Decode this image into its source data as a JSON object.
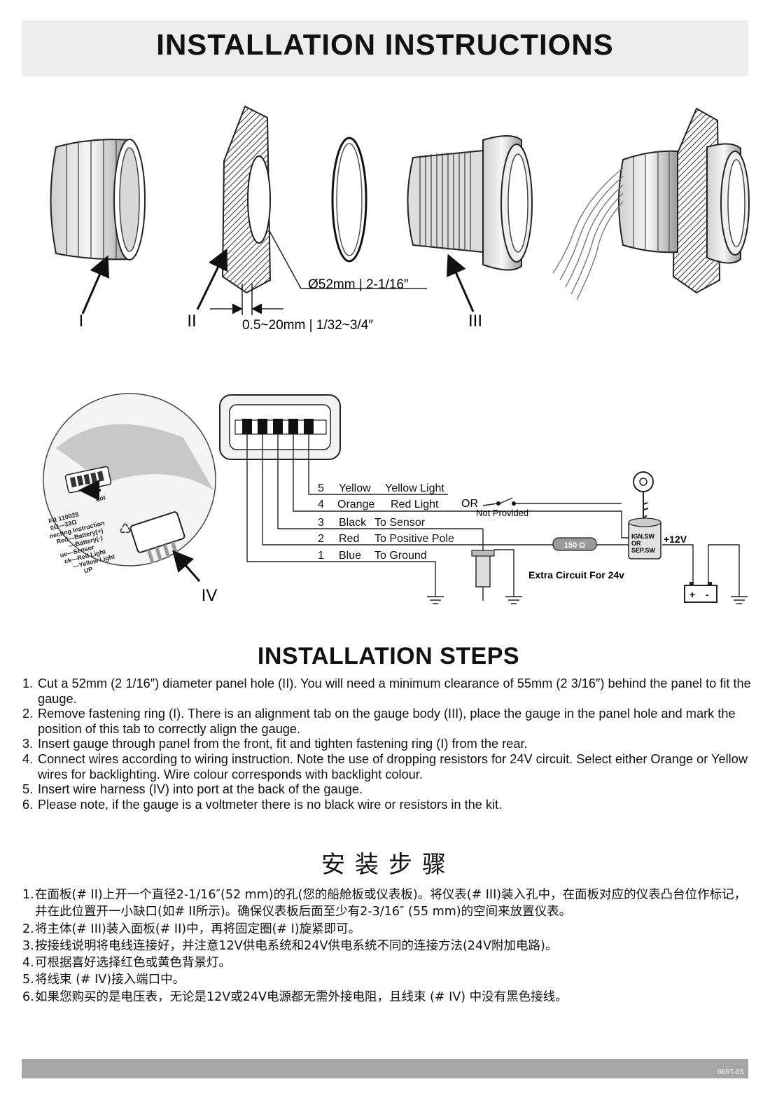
{
  "header": {
    "title": "INSTALLATION INSTRUCTIONS"
  },
  "parts": {
    "label_1": "I",
    "label_2": "II",
    "label_3": "III",
    "label_4": "IV",
    "hole_dim": "Ø52mm | 2-1/16″",
    "panel_thickness": "0.5~20mm | 1/32~3/4″"
  },
  "connector_closeup": {
    "lines": [
      "FR 110025",
      "0Ω—33Ω",
      "necting Instruction",
      "Red—Battery(+)",
      "—Battery(-)",
      "ue—Sensor",
      "ck—Red Light",
      "—Yellow Light",
      "UP"
    ],
    "lot_label": "Lot"
  },
  "wiring": {
    "wires": [
      {
        "pin": "5",
        "color": "Yellow",
        "function": "Yellow Light"
      },
      {
        "pin": "4",
        "color": "Orange",
        "function": "Red Light"
      },
      {
        "pin": "3",
        "color": "Black",
        "function": "To Sensor"
      },
      {
        "pin": "2",
        "color": "Red",
        "function": "To Positive Pole"
      },
      {
        "pin": "1",
        "color": "Blue",
        "function": "To Ground"
      }
    ],
    "or_label": "OR",
    "not_provided": "Not Provided",
    "resistor": "150 Ω",
    "switch_lines": [
      "IGN.SW",
      "OR",
      "SEP.SW"
    ],
    "voltage": "+12V",
    "extra_circuit": "Extra Circuit For 24v",
    "battery_plus": "+",
    "battery_minus": "-"
  },
  "steps": {
    "title": "INSTALLATION STEPS",
    "items": [
      {
        "num": "1.",
        "text": "Cut a 52mm (2 1/16″) diameter panel hole (II). You will need a minimum clearance of 55mm (2 3/16″) behind the panel to fit the gauge."
      },
      {
        "num": "2.",
        "text": "Remove fastening ring (I). There is an alignment tab on the gauge body (III), place the gauge in the panel hole and mark the position of this tab to correctly align the gauge."
      },
      {
        "num": "3.",
        "text": "Insert gauge through panel from the front, fit and tighten fastening ring (I) from the rear."
      },
      {
        "num": "4.",
        "text": "Connect wires according to wiring instruction. Note the use of dropping resistors for 24V circuit. Select either Orange or Yellow wires for backlighting. Wire colour corresponds with backlight colour."
      },
      {
        "num": "5.",
        "text": "Insert wire harness (IV) into port at the back of the gauge."
      },
      {
        "num": "6.",
        "text": "Please note, if the gauge is a voltmeter there is no black wire or resistors in the kit."
      }
    ]
  },
  "steps_cn": {
    "title": "安装步骤",
    "items": [
      {
        "num": "1.",
        "text": "在面板(# II)上开一个直径2-1/16″(52 mm)的孔(您的船舱板或仪表板)。将仪表(# III)装入孔中，在面板对应的仪表凸台位作标记，并在此位置开一小缺口(如# II所示)。确保仪表板后面至少有2-3/16″ (55 mm)的空间来放置仪表。"
      },
      {
        "num": "2.",
        "text": "将主体(# III)装入面板(# II)中，再将固定圈(# I)旋紧即可。"
      },
      {
        "num": "3.",
        "text": "按接线说明将电线连接好，并注意12V供电系统和24V供电系统不同的连接方法(24V附加电路)。"
      },
      {
        "num": "4.",
        "text": "可根据喜好选择红色或黄色背景灯。"
      },
      {
        "num": "5.",
        "text": "将线束 (# IV)接入端口中。"
      },
      {
        "num": "6.",
        "text": "如果您购买的是电压表，无论是12V或24V电源都无需外接电阻，且线束 (# IV) 中没有黑色接线。"
      }
    ]
  },
  "footer": {
    "code": "0667-03"
  }
}
